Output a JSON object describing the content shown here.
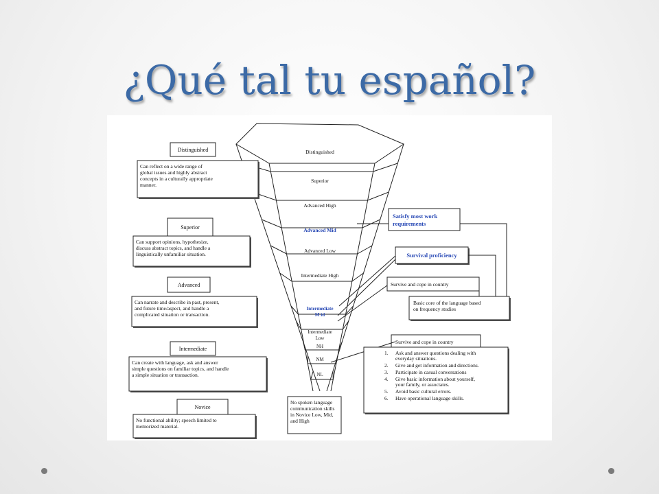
{
  "slide": {
    "title": "¿Qué tal tu español?"
  },
  "diagram": {
    "levels": [
      {
        "label": "Distinguished",
        "highlight": false
      },
      {
        "label": "Superior",
        "highlight": false
      },
      {
        "label": "Advanced High",
        "highlight": false
      },
      {
        "label": "Advanced Mid",
        "highlight": true
      },
      {
        "label": "Advanced Low",
        "highlight": false
      },
      {
        "label": "Intermediate High",
        "highlight": false
      },
      {
        "label": "Intermediate\nM id",
        "highlight": true
      },
      {
        "label": "Intermediate\nLow",
        "highlight": false
      },
      {
        "label": "NH",
        "highlight": false
      },
      {
        "label": "NM",
        "highlight": false
      },
      {
        "label": "NL",
        "highlight": false
      }
    ],
    "left_boxes": [
      {
        "title": "Distinguished",
        "text": [
          "Can reflect on a wide range of",
          "global issues and highly abstract",
          "concepts in a culturally appropriate",
          "manner."
        ]
      },
      {
        "title": "Superior",
        "text": [
          "Can support opinions, hypothesize,",
          "discuss abstract topics, and handle a",
          "linguistically unfamiliar situation."
        ]
      },
      {
        "title": "Advanced",
        "text": [
          "Can narrate and describe in past, present,",
          "and future time/aspect, and handle a",
          "complicated situation or transaction."
        ]
      },
      {
        "title": "Intermediate",
        "text": [
          "Can create with language, ask and answer",
          "simple questions on familiar topics, and handle",
          "a simple situation or transaction."
        ]
      },
      {
        "title": "Novice",
        "text": [
          "No functional ability; speech limited to",
          "memorized material."
        ]
      }
    ],
    "bottom_note": [
      "No spoken language",
      "communication skills",
      "in Novice Low, Mid,",
      "and High"
    ],
    "right_boxes": {
      "work": [
        "Satisfy most work",
        "requirements"
      ],
      "survival": "Survival proficiency",
      "survive_cope_1": "Survive and cope in country",
      "basic_core": [
        "Basic core of the language based",
        "on frequency studies"
      ],
      "survive_cope_2": "Survive and cope in country"
    },
    "survival_list": [
      {
        "num": "1.",
        "lines": [
          "Ask and answer questions dealing with",
          "everyday situations."
        ]
      },
      {
        "num": "2.",
        "lines": [
          "Give and get information and directions."
        ]
      },
      {
        "num": "3.",
        "lines": [
          "Participate in casual conversations"
        ]
      },
      {
        "num": "4.",
        "lines": [
          "Give basic information about yourself,",
          "your family, or associates."
        ]
      },
      {
        "num": "5.",
        "lines": [
          "Avoid basic cultural errors."
        ]
      },
      {
        "num": "6.",
        "lines": [
          "Have operational language skills."
        ]
      }
    ],
    "colors": {
      "line": "#222222",
      "highlight_text": "#2748b5",
      "body_text": "#111111"
    }
  }
}
